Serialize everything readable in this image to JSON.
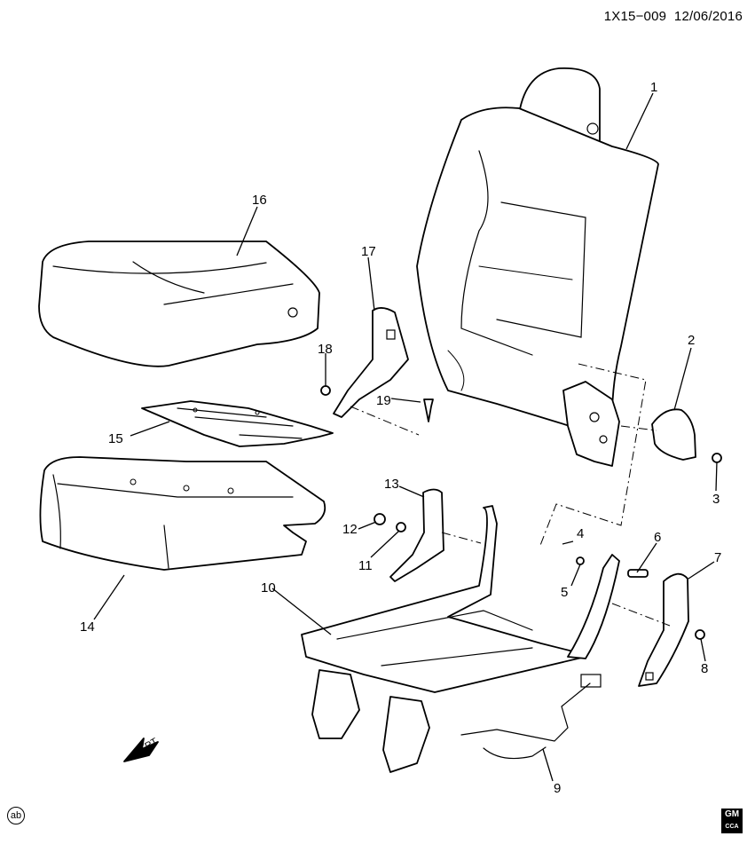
{
  "header": {
    "code": "1X15−009",
    "date": "12/06/2016"
  },
  "corner_badge": "ab",
  "logo": {
    "line1": "GM",
    "line2": "CCA"
  },
  "front_arrow_label": "FRT",
  "callouts": [
    "1",
    "2",
    "3",
    "4",
    "5",
    "6",
    "7",
    "8",
    "9",
    "10",
    "11",
    "12",
    "13",
    "14",
    "15",
    "16",
    "17",
    "18",
    "19"
  ]
}
